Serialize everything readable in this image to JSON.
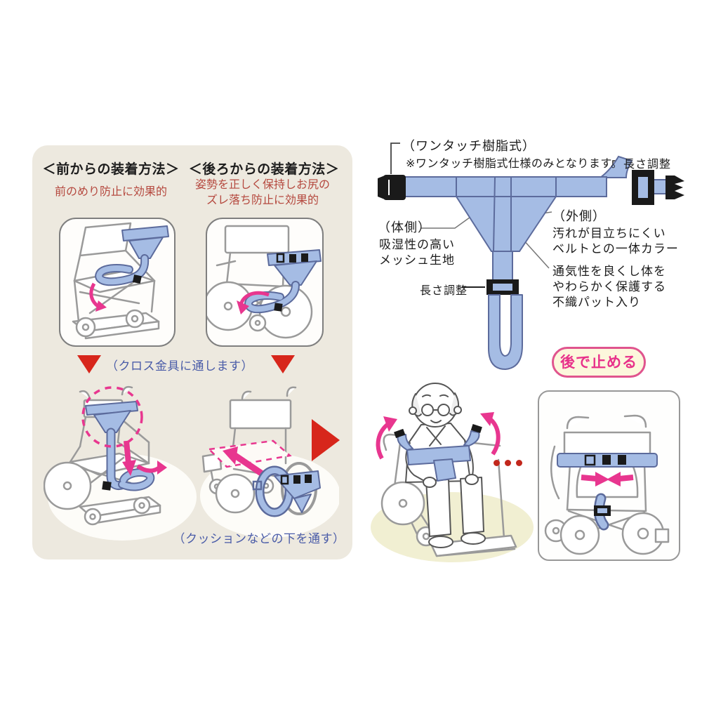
{
  "methods_panel": {
    "front": {
      "title": "＜前からの装着方法＞",
      "benefit": "前のめり防止に効果的"
    },
    "rear": {
      "title": "＜後ろからの装着方法＞",
      "benefit_line1": "姿勢を正しく保持しお尻の",
      "benefit_line2": "ズレ落ち防止に効果的"
    },
    "step_cross_fitting": "（クロス金具に通します）",
    "step_under_cushion": "（クッションなどの下を通す）"
  },
  "product_diagram": {
    "buckle_type_title": "（ワンタッチ樹脂式）",
    "buckle_type_note": "※ワンタッチ樹脂式仕様のみとなります。",
    "length_adjust_right": "長さ調整",
    "length_adjust_center": "長さ調整",
    "body_side_title": "（体側）",
    "body_side_line1": "吸湿性の高い",
    "body_side_line2": "メッシュ生地",
    "outer_side_title": "（外側）",
    "outer_side_line1": "汚れが目立ちにくい",
    "outer_side_line2": "ベルトとの一体カラー",
    "pad_line1": "通気性を良くし体を",
    "pad_line2": "やわらかく保護する",
    "pad_line3": "不織パット入り"
  },
  "usage": {
    "badge_fasten_behind": "後で止める",
    "ellipsis_dot_count": 3
  },
  "colors": {
    "panel_beige": "#EDE9DF",
    "belt_blue": "#A5BCE4",
    "belt_outline": "#5C6B9C",
    "magenta_arrow": "#E8368F",
    "red_triangle": "#D7261B",
    "red_text": "#B5493F",
    "blue_text": "#4A5CA8",
    "badge_pink": "#E8318A",
    "badge_bg": "#FCF7DC",
    "ground_yellow": "#F1EFD2"
  }
}
